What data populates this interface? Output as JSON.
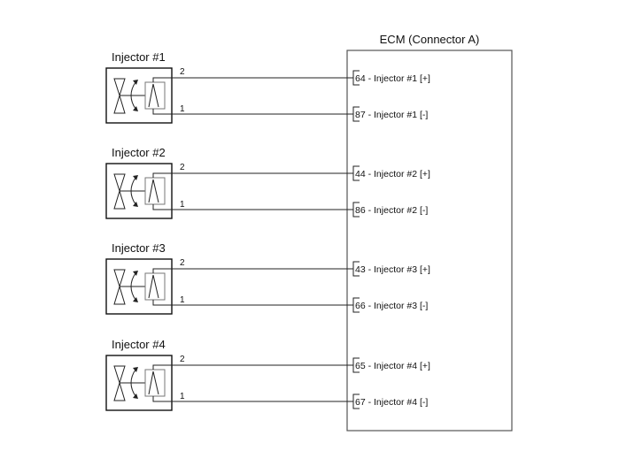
{
  "diagram": {
    "ecm": {
      "title": "ECM (Connector A)"
    },
    "injectors": [
      {
        "name": "Injector #1",
        "wire_plus_num": "2",
        "wire_minus_num": "1",
        "pin_plus": "64 - Injector #1 [+]",
        "pin_minus": "87 - Injector #1 [-]"
      },
      {
        "name": "Injector #2",
        "wire_plus_num": "2",
        "wire_minus_num": "1",
        "pin_plus": "44 - Injector #2 [+]",
        "pin_minus": "86 - Injector #2 [-]"
      },
      {
        "name": "Injector #3",
        "wire_plus_num": "2",
        "wire_minus_num": "1",
        "pin_plus": "43 - Injector #3 [+]",
        "pin_minus": "66 - Injector #3 [-]"
      },
      {
        "name": "Injector #4",
        "wire_plus_num": "2",
        "wire_minus_num": "1",
        "pin_plus": "65 - Injector #4 [+]",
        "pin_minus": "67 - Injector #4 [-]"
      }
    ]
  }
}
